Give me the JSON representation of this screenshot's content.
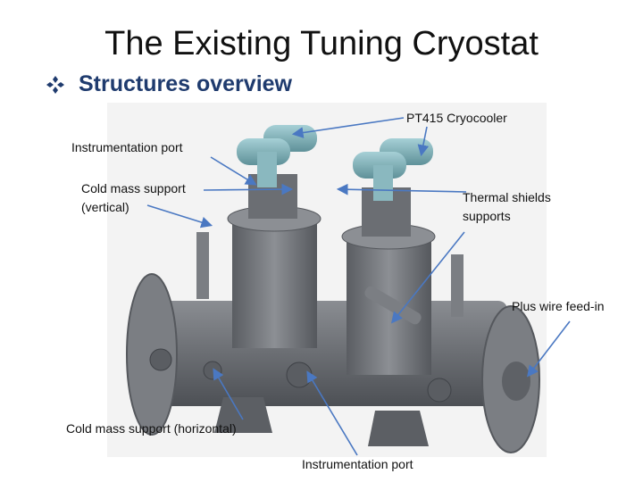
{
  "slide": {
    "title": "The Existing Tuning Cryostat",
    "subtitle": "Structures overview"
  },
  "labels": {
    "cryocooler": "PT415 Cryocooler",
    "instr_port_top": "Instrumentation port",
    "cold_mass_vertical_1": "Cold mass support",
    "cold_mass_vertical_2": "(vertical)",
    "thermal_shields_1": "Thermal shields",
    "thermal_shields_2": "supports",
    "wire_feed": "Plus wire feed-in",
    "cold_mass_horizontal": "Cold mass support (horizontal)",
    "instr_port_bottom": "Instrumentation port"
  },
  "colors": {
    "title": "#111111",
    "subtitle": "#1f3b6e",
    "arrow": "#4a78c2",
    "vessel": "#6d7075",
    "cryocooler": "#7fb3ba"
  }
}
